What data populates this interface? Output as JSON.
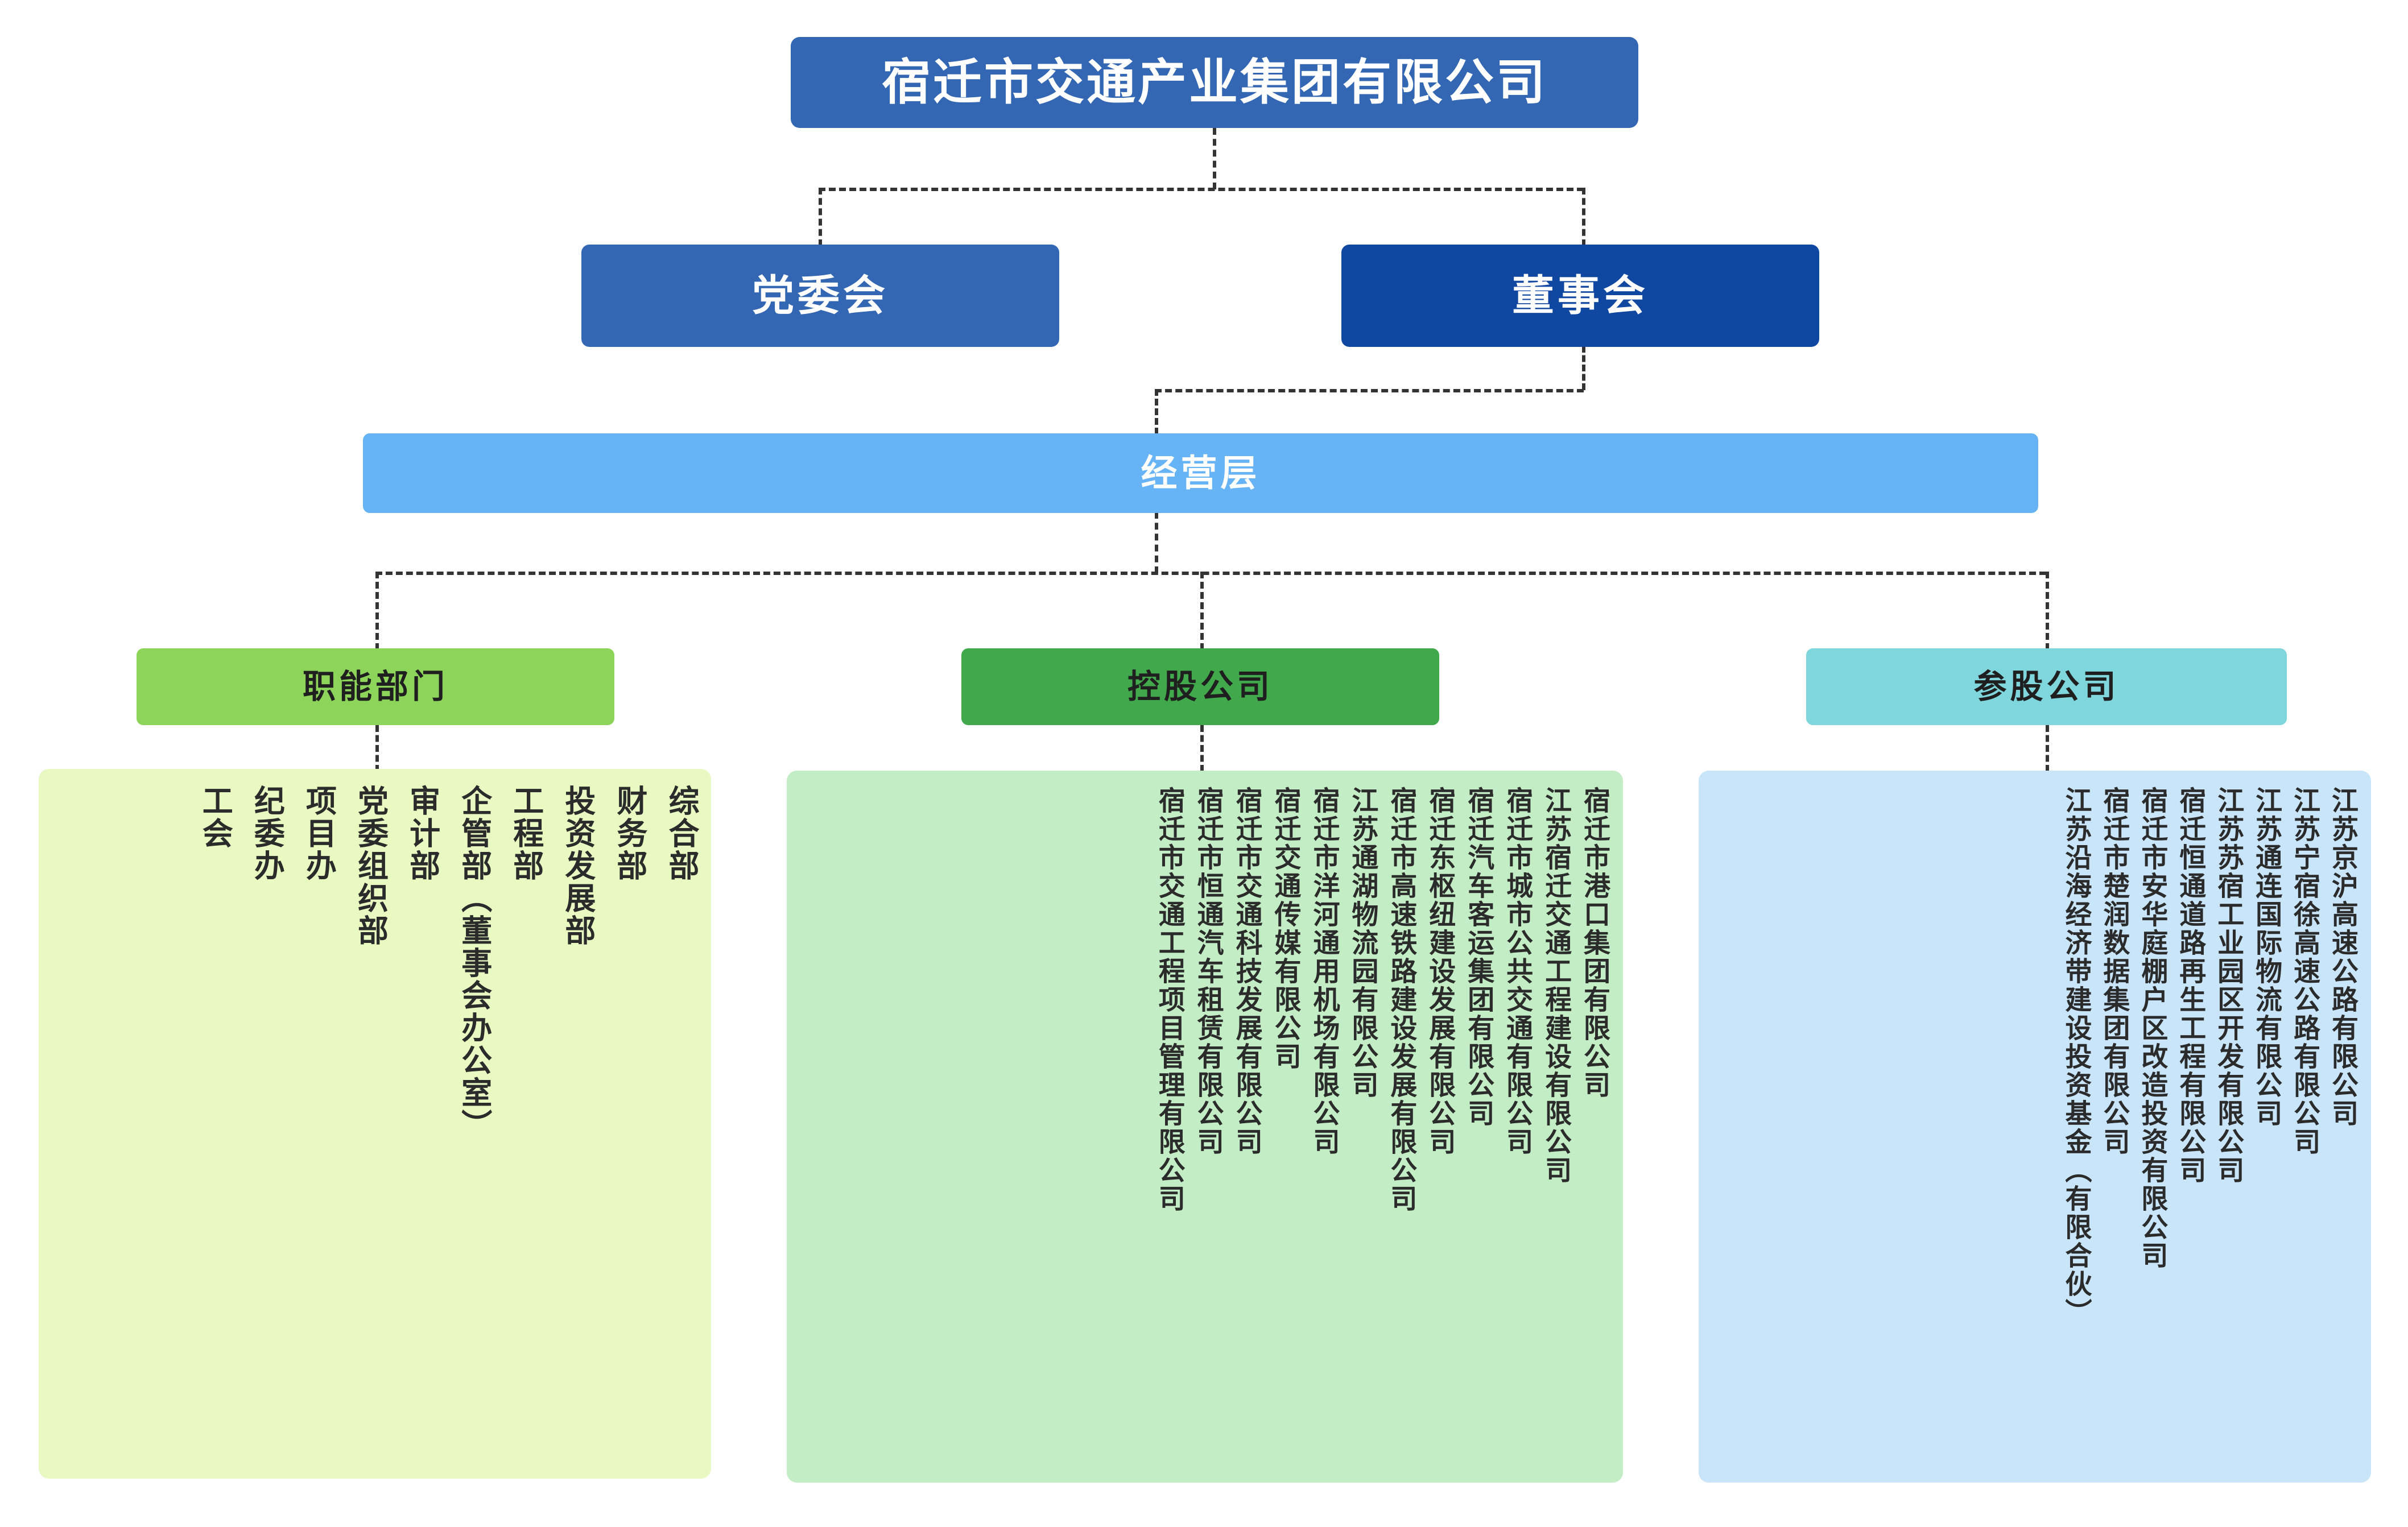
{
  "chart_data": {
    "type": "diagram",
    "title": "宿迁市交通产业集团有限公司 组织架构图",
    "levels": 4
  },
  "root": {
    "label": "宿迁市交通产业集团有限公司",
    "color": "#3366B3"
  },
  "level2": [
    {
      "label": "党委会",
      "color": "#3366B3"
    },
    {
      "label": "董事会",
      "color": "#0F47A1"
    }
  ],
  "management": {
    "label": "经营层",
    "color": "#66B3F5"
  },
  "categories": [
    {
      "label": "职能部门",
      "color": "#8CD45A",
      "pool_color": "#E9F9C2"
    },
    {
      "label": "控股公司",
      "color": "#41A94B",
      "pool_color": "#C3EDC5"
    },
    {
      "label": "参股公司",
      "color": "#7FD6DC",
      "pool_color": "#C9E5FA"
    }
  ],
  "functional_departments": [
    "综合部",
    "财务部",
    "投资发展部",
    "工程部",
    "企管部（董事会办公室）",
    "审计部",
    "党委组织部",
    "项目办",
    "纪委办",
    "工会"
  ],
  "holding_companies": [
    "宿迁市港口集团有限公司",
    "江苏宿迁交通工程建设有限公司",
    "宿迁市城市公共交通有限公司",
    "宿迁汽车客运集团有限公司",
    "宿迁东枢纽建设发展有限公司",
    "宿迁市高速铁路建设发展有限公司",
    "江苏通湖物流园有限公司",
    "宿迁市洋河通用机场有限公司",
    "宿迁交通传媒有限公司",
    "宿迁市交通科技发展有限公司",
    "宿迁市恒通汽车租赁有限公司",
    "宿迁市交通工程项目管理有限公司"
  ],
  "shareholding_companies": [
    "江苏京沪高速公路有限公司",
    "江苏宁宿徐高速公路有限公司",
    "江苏通连国际物流有限公司",
    "江苏苏宿工业园区开发有限公司",
    "宿迁恒通道路再生工程有限公司",
    "宿迁市安华庭棚户区改造投资有限公司",
    "宿迁市楚润数据集团有限公司",
    "江苏沿海经济带建设投资基金（有限合伙）"
  ]
}
